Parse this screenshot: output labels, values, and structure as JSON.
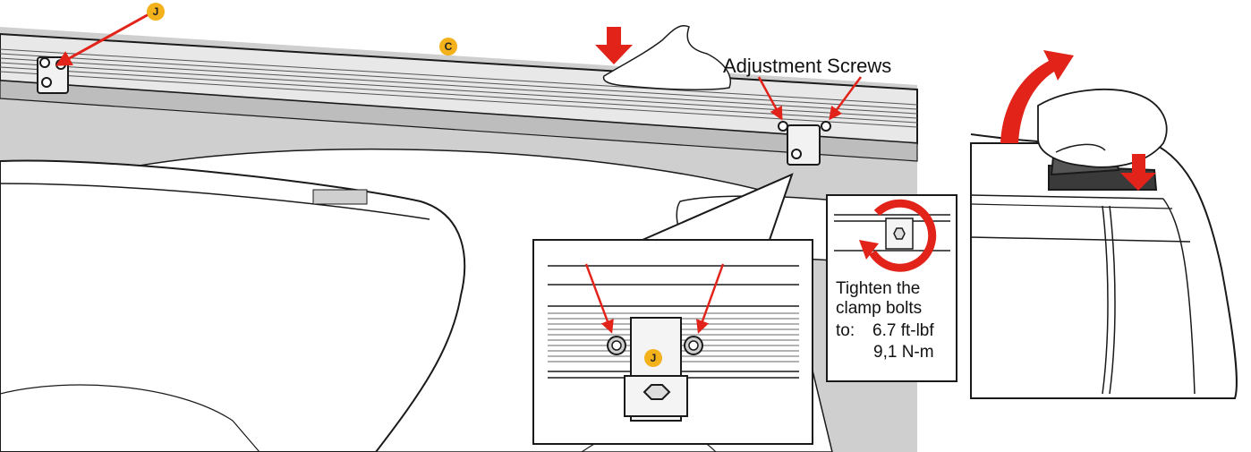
{
  "labels": {
    "adjustment_screws": "Adjustment Screws",
    "torque_line1": "Tighten the",
    "torque_line2": "clamp bolts",
    "torque_line3": "to:",
    "torque_value_imperial": "6.7 ft-lbf",
    "torque_value_metric": "9,1 N-m"
  },
  "callouts": {
    "clamp_top": "J",
    "crossbar": "C",
    "clamp_inset": "J"
  },
  "colors": {
    "arrow_red": "#e2231a",
    "callout_yellow": "#f3b21b",
    "body_gray": "#cfcfcf",
    "line_dark": "#1a1a1a"
  },
  "icons": {
    "press_down": "red-down-arrow-icon",
    "rotate_lever": "curved-red-arrow-icon",
    "tighten": "clockwise-rotation-icon"
  }
}
